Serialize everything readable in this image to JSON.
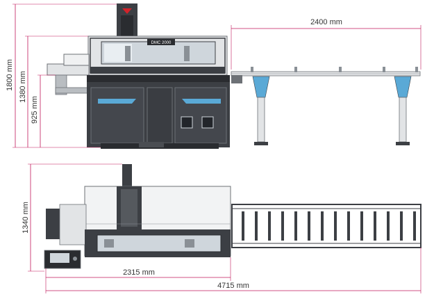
{
  "dimensions": {
    "conveyor_length": "2400 mm",
    "total_height": "1800 mm",
    "height_1380": "1380 mm",
    "table_height": "925 mm",
    "depth": "1340 mm",
    "machine_length": "2315 mm",
    "total_length": "4715 mm"
  },
  "machine": {
    "logo_text": "DMC 2000"
  },
  "colors": {
    "dimension": "#c2185b",
    "body": "#3c3f44",
    "body_dark": "#2a2c30",
    "frame": "#6d7176",
    "light_frame": "#e2e4e6",
    "glass": "#cfd6dc",
    "support_blue": "#5aa9d6",
    "accent_red": "#d2232a"
  }
}
